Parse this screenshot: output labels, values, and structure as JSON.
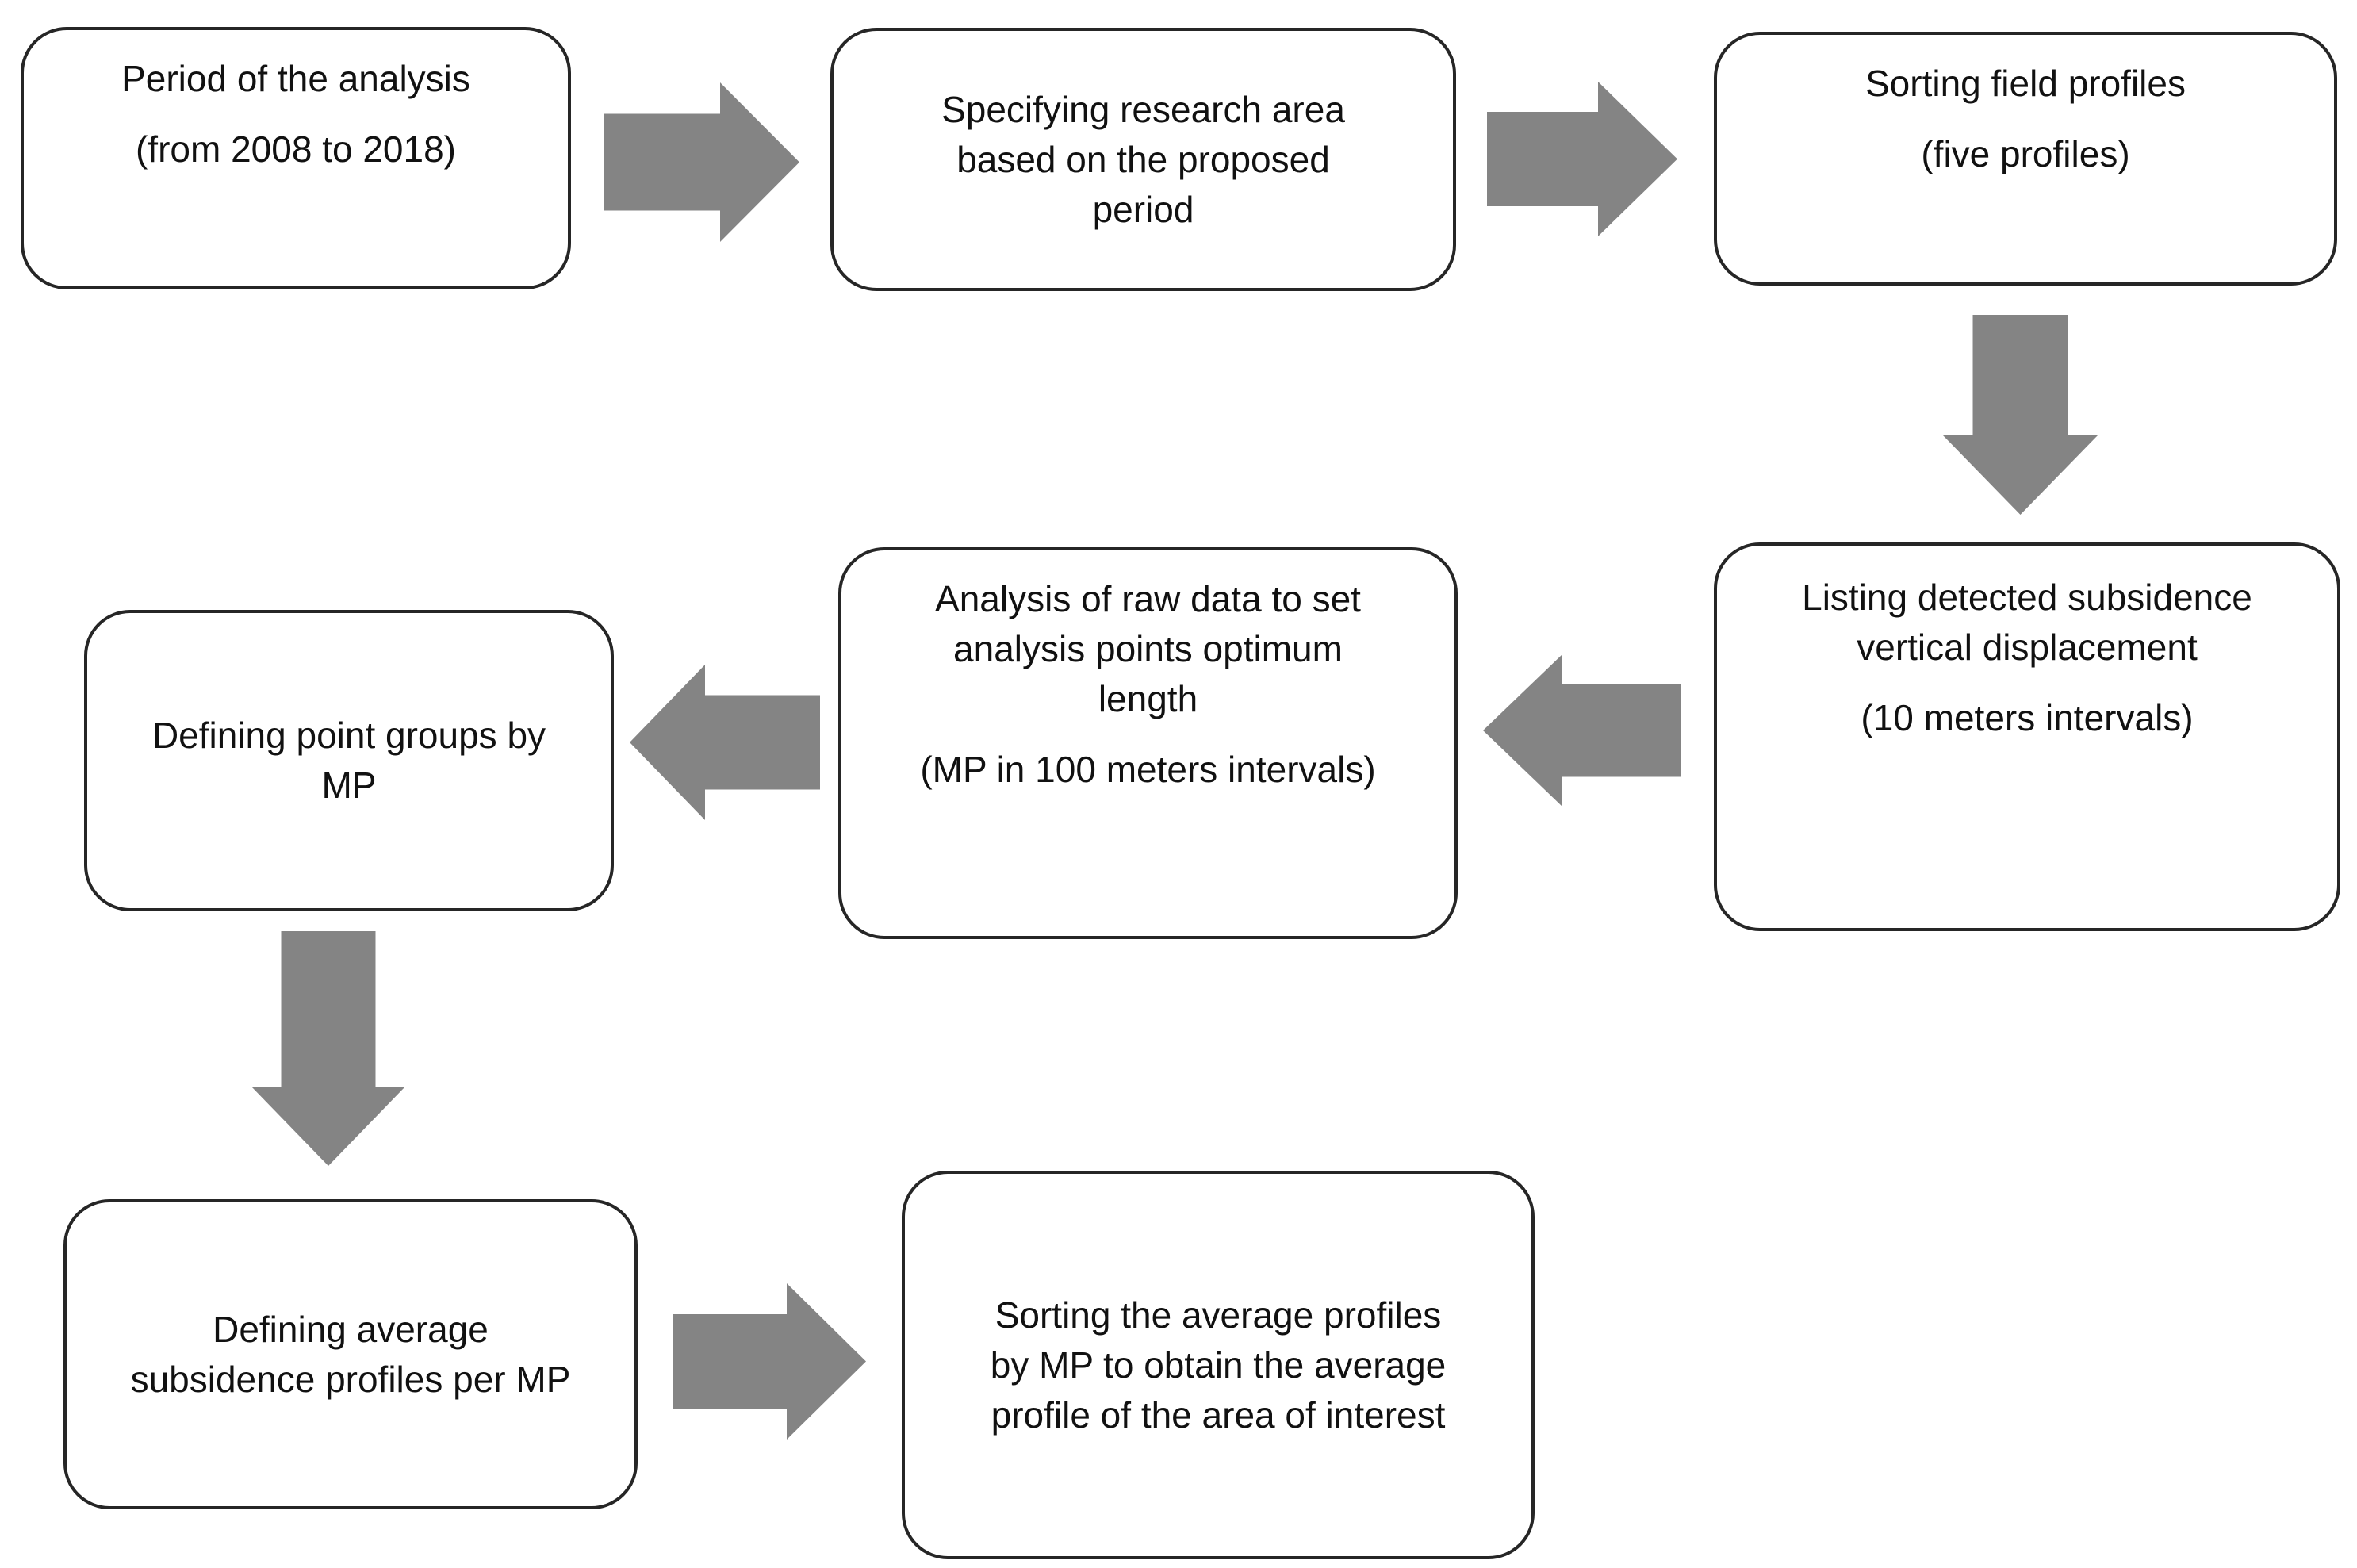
{
  "diagram": {
    "type": "flowchart",
    "description": "Workflow of subsidence profile analysis"
  },
  "colors": {
    "arrow": "#848484",
    "border": "#262626",
    "background": "#ffffff",
    "text": "#111111"
  },
  "boxes": [
    {
      "id": "period-of-analysis",
      "paragraphs": [
        [
          "Period of the analysis"
        ],
        [
          "(from 2008 to 2018)"
        ]
      ]
    },
    {
      "id": "specify-research-area",
      "paragraphs": [
        [
          "Specifying research area",
          "based on the proposed",
          "period"
        ]
      ]
    },
    {
      "id": "sorting-field-profiles",
      "paragraphs": [
        [
          "Sorting field profiles"
        ],
        [
          "(five profiles)"
        ]
      ]
    },
    {
      "id": "listing-detected-subsidence",
      "paragraphs": [
        [
          "Listing detected subsidence",
          "vertical displacement"
        ],
        [
          "(10 meters intervals)"
        ]
      ]
    },
    {
      "id": "raw-data-analysis",
      "paragraphs": [
        [
          "Analysis of raw data to set",
          "analysis points optimum",
          "length"
        ],
        [
          "(MP in 100 meters intervals)"
        ]
      ]
    },
    {
      "id": "defining-point-groups",
      "paragraphs": [
        [
          "Defining point groups by",
          "MP"
        ]
      ]
    },
    {
      "id": "defining-average-profiles",
      "paragraphs": [
        [
          "Defining average",
          "subsidence profiles per MP"
        ]
      ]
    },
    {
      "id": "sorting-average-profiles",
      "paragraphs": [
        [
          "Sorting the average profiles",
          "by MP to obtain the average",
          "profile of the area of interest"
        ]
      ]
    }
  ],
  "arrows": [
    {
      "name": "arrow-right-1",
      "direction": "right",
      "from": "period-of-analysis",
      "to": "specify-research-area"
    },
    {
      "name": "arrow-right-2",
      "direction": "right",
      "from": "specify-research-area",
      "to": "sorting-field-profiles"
    },
    {
      "name": "arrow-down-1",
      "direction": "down",
      "from": "sorting-field-profiles",
      "to": "listing-detected-subsidence"
    },
    {
      "name": "arrow-left-1",
      "direction": "left",
      "from": "listing-detected-subsidence",
      "to": "raw-data-analysis"
    },
    {
      "name": "arrow-left-2",
      "direction": "left",
      "from": "raw-data-analysis",
      "to": "defining-point-groups"
    },
    {
      "name": "arrow-down-2",
      "direction": "down",
      "from": "defining-point-groups",
      "to": "defining-average-profiles"
    },
    {
      "name": "arrow-right-3",
      "direction": "right",
      "from": "defining-average-profiles",
      "to": "sorting-average-profiles"
    }
  ]
}
